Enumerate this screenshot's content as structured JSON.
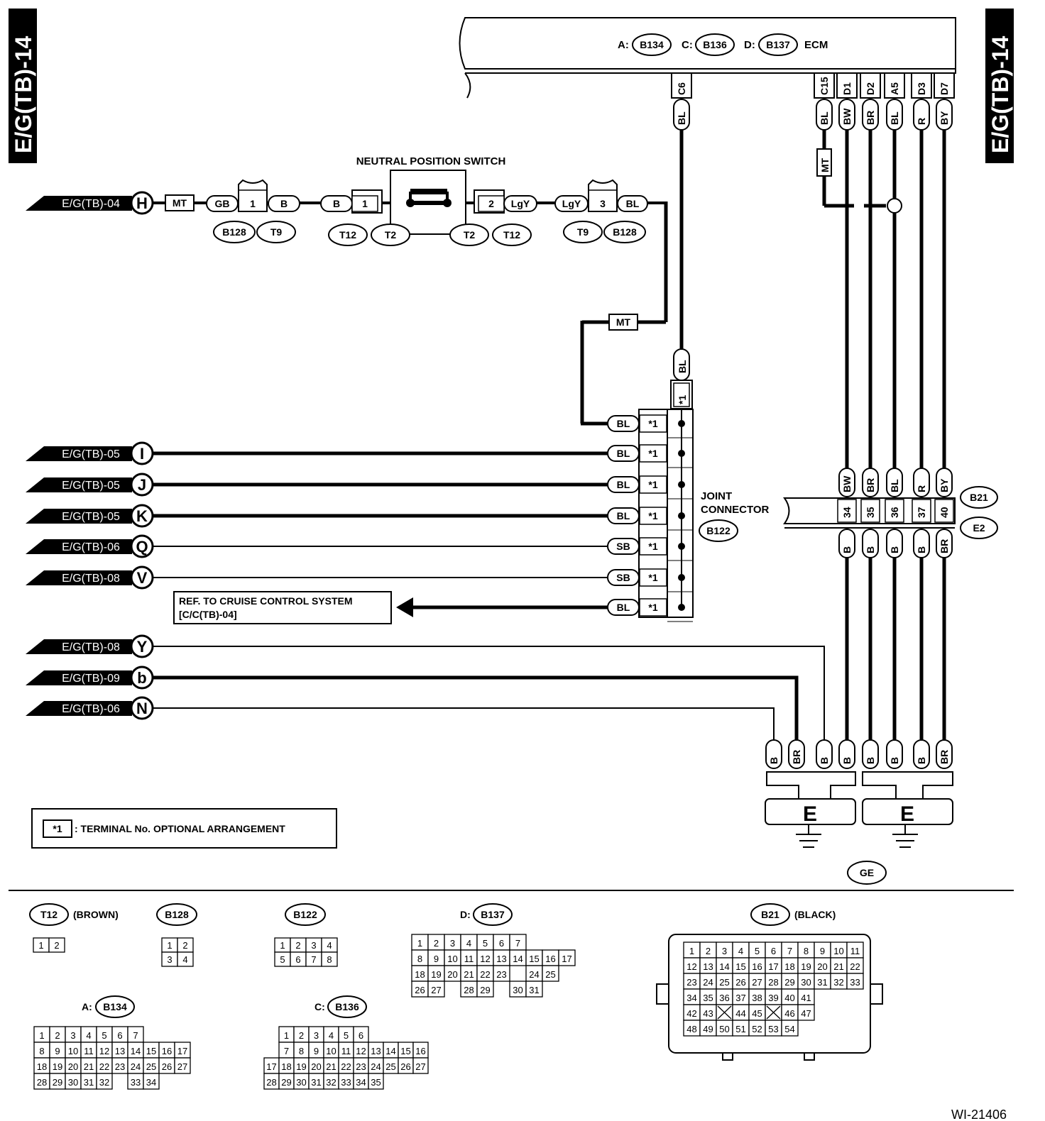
{
  "page_tag": "E/G(TB)-14",
  "ecm": {
    "label": "ECM",
    "connectors": [
      {
        "prefix": "A:",
        "id": "B134"
      },
      {
        "prefix": "C:",
        "id": "C:B136",
        "short": "B136"
      },
      {
        "prefix": "D:",
        "id": "B137"
      }
    ],
    "pins": [
      {
        "pin": "C6",
        "color": "BL"
      },
      {
        "pin": "C15",
        "color": "BL"
      },
      {
        "pin": "D1",
        "color": "BW"
      },
      {
        "pin": "D2",
        "color": "BR"
      },
      {
        "pin": "A5",
        "color": "BL"
      },
      {
        "pin": "D3",
        "color": "R"
      },
      {
        "pin": "D7",
        "color": "BY"
      }
    ]
  },
  "labels": {
    "neutral_switch": "NEUTRAL POSITION SWITCH",
    "mt": "MT",
    "joint_connector_1": "JOINT",
    "joint_connector_2": "CONNECTOR",
    "joint_id": "B122",
    "ref_1": "REF. TO CRUISE CONTROL SYSTEM",
    "ref_2": "[C/C(TB)-04]",
    "star": "*1",
    "legend": ": TERMINAL No. OPTIONAL ARRANGEMENT",
    "ground": "E",
    "ground_id": "GE",
    "figure_id": "WI-21406",
    "brown": "(BROWN)",
    "black": "(BLACK)",
    "b21": "B21",
    "e2": "E2"
  },
  "nps_chain": {
    "ref": "E/G(TB)-04",
    "letter": "H",
    "items": [
      "GB",
      "1",
      "B",
      "B",
      "1",
      "2",
      "LgY",
      "LgY",
      "3",
      "BL"
    ],
    "ids_left": [
      "B128",
      "T9",
      "T12",
      "T2"
    ],
    "ids_right": [
      "T2",
      "T12",
      "T9",
      "B128"
    ]
  },
  "joint_rows": [
    {
      "ref": "",
      "letter": "",
      "color": "BL"
    },
    {
      "ref": "E/G(TB)-05",
      "letter": "I",
      "color": "BL"
    },
    {
      "ref": "E/G(TB)-05",
      "letter": "J",
      "color": "BL"
    },
    {
      "ref": "E/G(TB)-05",
      "letter": "K",
      "color": "BL"
    },
    {
      "ref": "E/G(TB)-06",
      "letter": "Q",
      "color": "SB"
    },
    {
      "ref": "E/G(TB)-08",
      "letter": "V",
      "color": "SB"
    },
    {
      "ref": "",
      "letter": "",
      "color": "BL"
    }
  ],
  "lower_refs": [
    {
      "ref": "E/G(TB)-08",
      "letter": "Y"
    },
    {
      "ref": "E/G(TB)-09",
      "letter": "b"
    },
    {
      "ref": "E/G(TB)-06",
      "letter": "N"
    }
  ],
  "b21_pins": [
    {
      "top": "BW",
      "pin": "34",
      "bottom": "B"
    },
    {
      "top": "BR",
      "pin": "35",
      "bottom": "B"
    },
    {
      "top": "BL",
      "pin": "36",
      "bottom": "B"
    },
    {
      "top": "R",
      "pin": "37",
      "bottom": "B"
    },
    {
      "top": "BY",
      "pin": "40",
      "bottom": "BR"
    }
  ],
  "ground_colors_left": [
    "B",
    "BR",
    "B",
    "B"
  ],
  "ground_colors_right": [
    "B",
    "B",
    "B",
    "BR"
  ],
  "connector_views": {
    "t12": {
      "id": "T12",
      "rows": [
        [
          "1",
          "2"
        ]
      ]
    },
    "b128": {
      "id": "B128",
      "rows": [
        [
          "1",
          "2"
        ],
        [
          "3",
          "4"
        ]
      ]
    },
    "b122": {
      "id": "B122",
      "rows": [
        [
          "1",
          "2",
          "3",
          "4"
        ],
        [
          "5",
          "6",
          "7",
          "8"
        ]
      ]
    },
    "d137": {
      "prefix": "D:",
      "id": "B137",
      "rows": [
        [
          "1",
          "2",
          "3",
          "4",
          "5",
          "6",
          "7"
        ],
        [
          "8",
          "9",
          "10",
          "11",
          "12",
          "13",
          "14",
          "15",
          "16",
          "17"
        ],
        [
          "18",
          "19",
          "20",
          "21",
          "22",
          "23",
          "",
          "24",
          "25"
        ],
        [
          "26",
          "27",
          "",
          "28",
          "29",
          "",
          "30",
          "31"
        ]
      ]
    },
    "a134": {
      "prefix": "A:",
      "id": "B134",
      "rows": [
        [
          "1",
          "2",
          "3",
          "4",
          "5",
          "6",
          "7"
        ],
        [
          "8",
          "9",
          "10",
          "11",
          "12",
          "13",
          "14",
          "15",
          "16",
          "17"
        ],
        [
          "18",
          "19",
          "20",
          "21",
          "22",
          "23",
          "24",
          "25",
          "26",
          "27"
        ],
        [
          "28",
          "29",
          "30",
          "31",
          "32",
          "",
          "33",
          "34"
        ]
      ]
    },
    "c136": {
      "prefix": "C:",
      "id": "B136",
      "rows": [
        [
          "1",
          "2",
          "3",
          "4",
          "5",
          "6"
        ],
        [
          "7",
          "8",
          "9",
          "10",
          "11",
          "12",
          "13",
          "14",
          "15",
          "16"
        ],
        [
          "17",
          "18",
          "19",
          "20",
          "21",
          "22",
          "23",
          "24",
          "25",
          "26",
          "27"
        ],
        [
          "28",
          "29",
          "30",
          "31",
          "32",
          "33",
          "34",
          "35"
        ]
      ]
    },
    "b21": {
      "id": "B21",
      "rows": [
        [
          "1",
          "2",
          "3",
          "4",
          "5",
          "6",
          "7",
          "8",
          "9",
          "10",
          "11"
        ],
        [
          "12",
          "13",
          "14",
          "15",
          "16",
          "17",
          "18",
          "19",
          "20",
          "21",
          "22"
        ],
        [
          "23",
          "24",
          "25",
          "26",
          "27",
          "28",
          "29",
          "30",
          "31",
          "32",
          "33"
        ],
        [
          "34",
          "35",
          "36",
          "37",
          "38",
          "39",
          "40",
          "41"
        ],
        [
          "42",
          "43",
          "X",
          "44",
          "45",
          "X",
          "46",
          "47"
        ],
        [
          "48",
          "49",
          "50",
          "51",
          "52",
          "53",
          "54"
        ]
      ]
    }
  }
}
